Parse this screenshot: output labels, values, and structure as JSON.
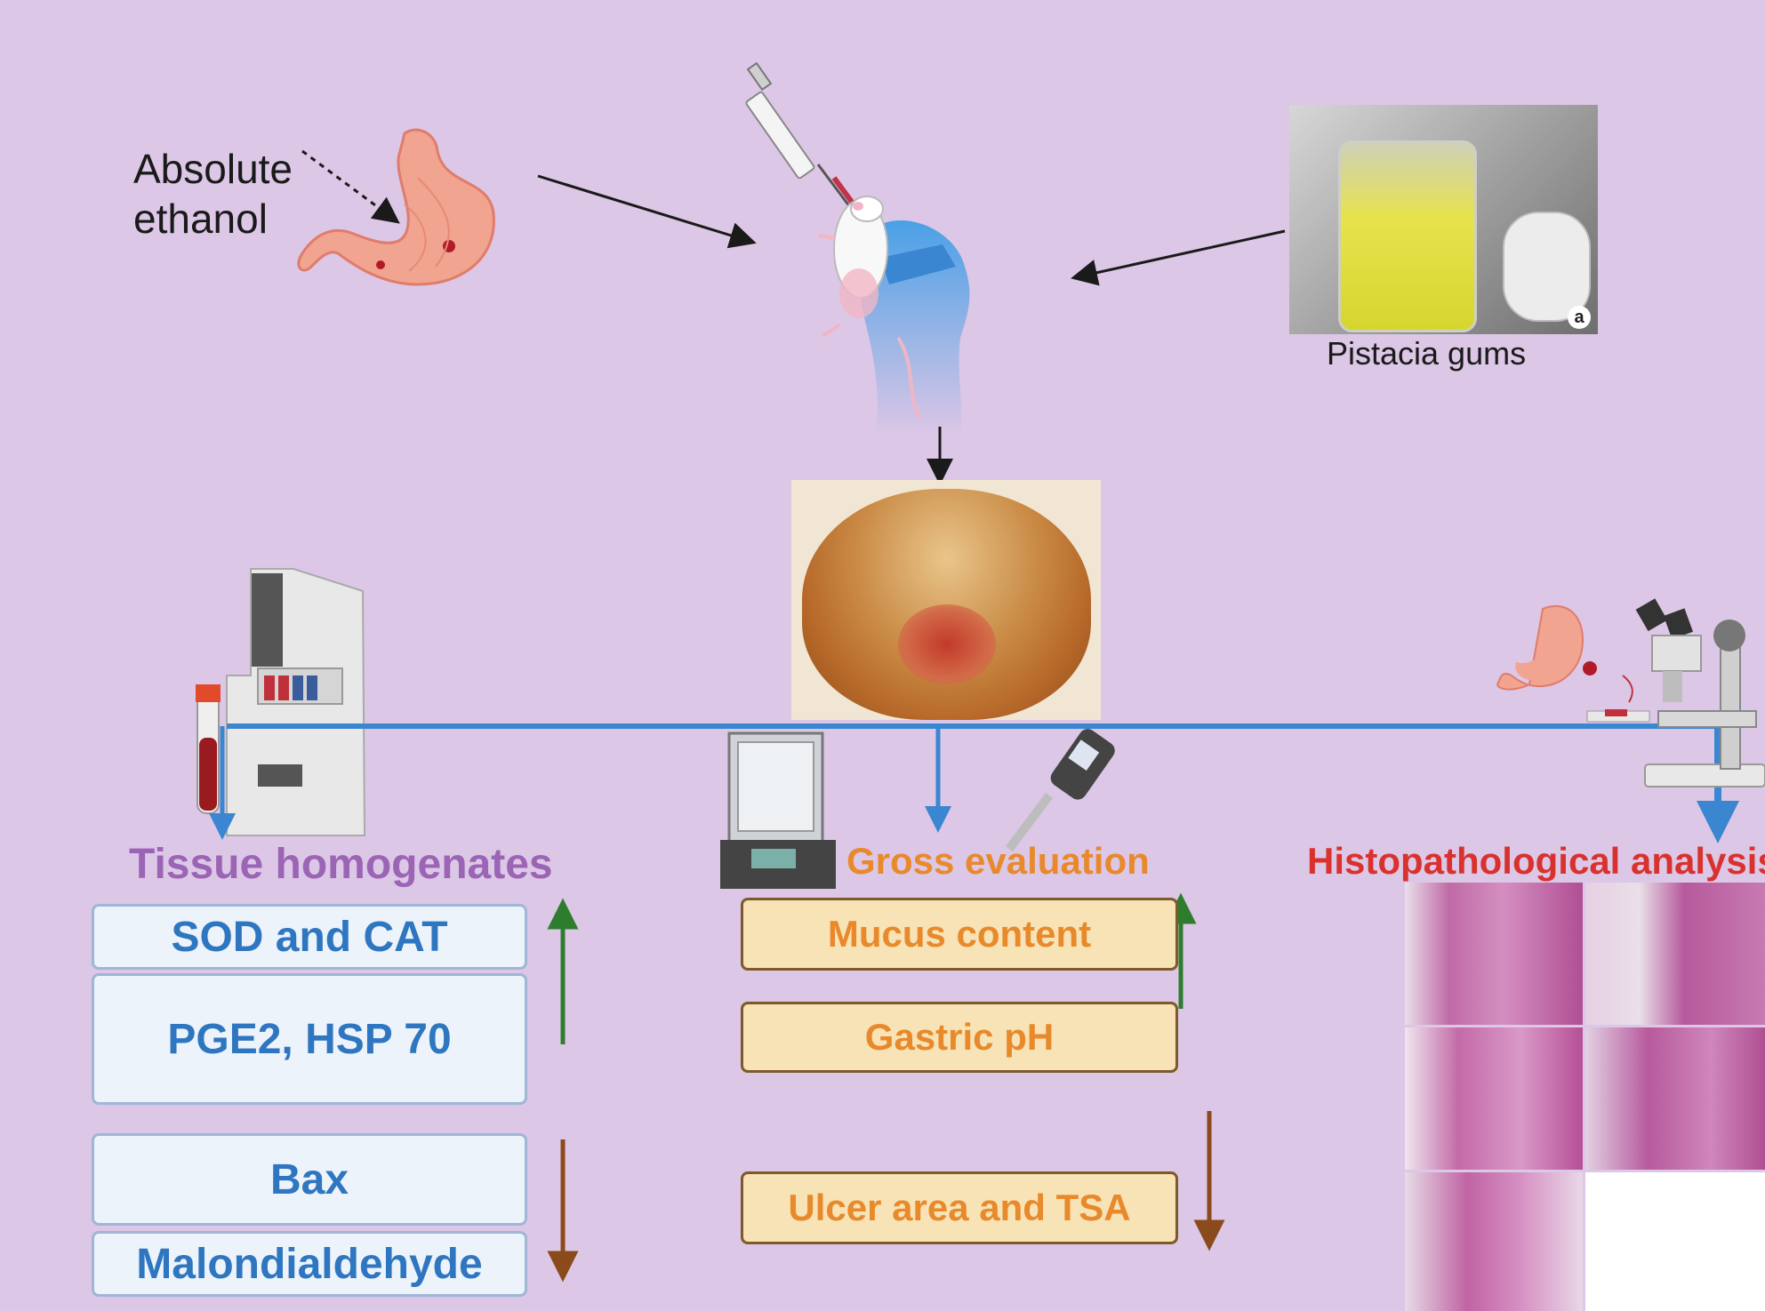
{
  "labels": {
    "ethanol_line1": "Absolute",
    "ethanol_line2": "ethanol",
    "gum_caption": "Pistacia gums",
    "gum_photo_marker": "a"
  },
  "sections": {
    "tissue": {
      "heading": "Tissue homogenates",
      "boxes": [
        "SOD and CAT",
        "PGE2, HSP 70",
        "Bax",
        "Malondialdehyde"
      ]
    },
    "gross": {
      "heading": "Gross evaluation",
      "boxes": [
        "Mucus content",
        "Gastric pH",
        "Ulcer area and TSA"
      ]
    },
    "histo": {
      "heading": "Histopathological analysis"
    }
  },
  "colors": {
    "background": "#dcc7e6",
    "timeline_blue": "#3a86d1",
    "up_arrow_green": "#2e7d2e",
    "down_arrow_brown": "#8a4a1c",
    "tissue_heading": "#9b64b5",
    "gross_heading": "#e8892c",
    "histo_heading": "#d9322e"
  },
  "icons": [
    "stomach-icon",
    "syringe-icon",
    "rat-in-hand-icon",
    "homogenizer-icon",
    "blood-tube-icon",
    "balance-icon",
    "ph-meter-icon",
    "microscope-icon"
  ]
}
